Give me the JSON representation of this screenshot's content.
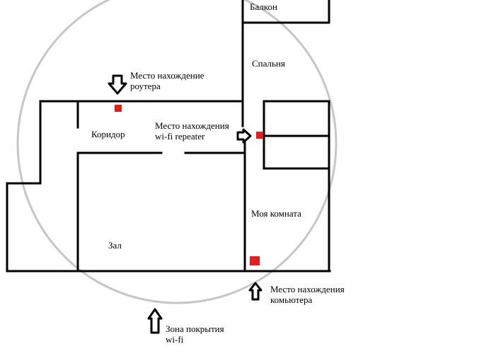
{
  "colors": {
    "wall": "#000000",
    "marker": "#e0201e",
    "coverage": "#c6c6c6",
    "background": "#ffffff"
  },
  "rooms": {
    "balcony": "Балкон",
    "bedroom": "Спальня",
    "corridor": "Коридор",
    "hall": "Зал",
    "my_room": "Моя комната"
  },
  "annotations": {
    "router": {
      "line1": "Место нахождение",
      "line2": "роутера"
    },
    "repeater": {
      "line1": "Место нахождения",
      "line2": "wi-fi repeater"
    },
    "computer": {
      "line1": "Место нахождения",
      "line2": "комьютера"
    },
    "coverage": {
      "line1": "Зона покрытия",
      "line2": "wi-fi"
    }
  },
  "icons": [
    "arrow-down-icon",
    "arrow-right-icon",
    "arrow-up-icon"
  ]
}
